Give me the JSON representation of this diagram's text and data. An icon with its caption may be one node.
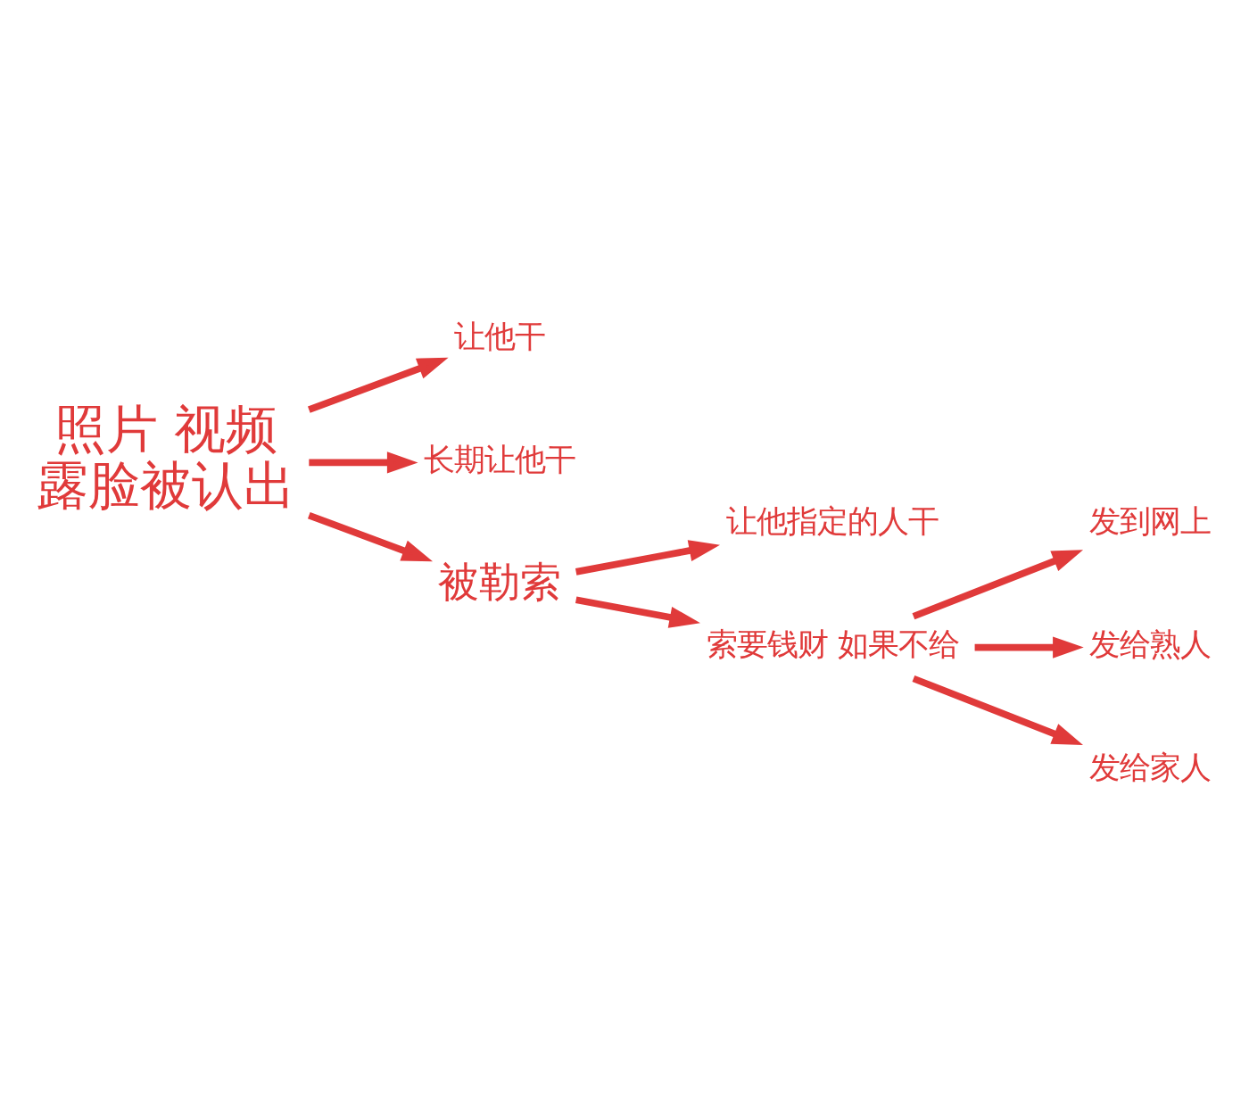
{
  "diagram": {
    "nodes": [
      {
        "text": [
          "照片 视频",
          "露脸被认出"
        ]
      },
      {
        "text": [
          "让他干"
        ]
      },
      {
        "text": [
          "长期让他干"
        ]
      },
      {
        "text": [
          "被勒索"
        ]
      },
      {
        "text": [
          "让他指定的人干"
        ]
      },
      {
        "text": [
          "索要钱财 如果不给"
        ]
      },
      {
        "text": [
          "发到网上"
        ]
      },
      {
        "text": [
          "发给熟人"
        ]
      },
      {
        "text": [
          "发给家人"
        ]
      }
    ],
    "edges": [
      {
        "from": 0,
        "to": 1,
        "arrow": "to"
      },
      {
        "from": 0,
        "to": 2,
        "arrow": "to"
      },
      {
        "from": 0,
        "to": 3,
        "arrow": "to"
      },
      {
        "from": 3,
        "to": 4,
        "arrow": "to"
      },
      {
        "from": 3,
        "to": 5,
        "arrow": "to"
      },
      {
        "from": 5,
        "to": 6,
        "arrow": "to"
      },
      {
        "from": 5,
        "to": 7,
        "arrow": "to"
      },
      {
        "from": 5,
        "to": 8,
        "arrow": "to"
      }
    ]
  }
}
